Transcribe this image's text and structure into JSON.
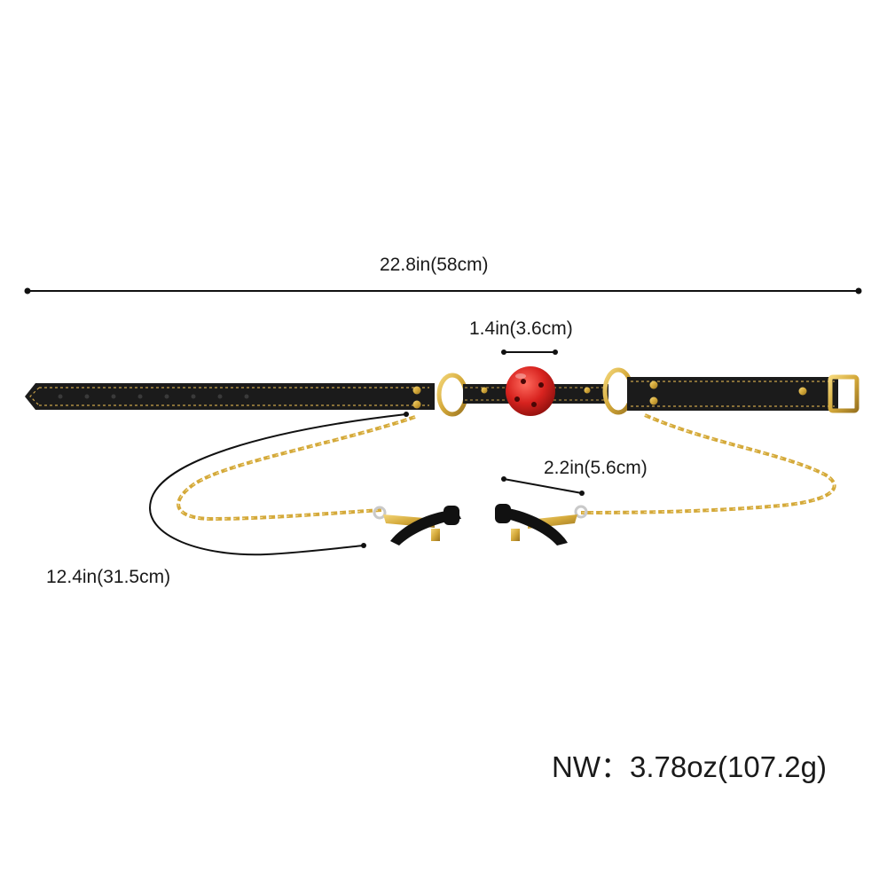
{
  "dimensions": {
    "total_length": "22.8in(58cm)",
    "ball_diameter": "1.4in(3.6cm)",
    "clamp_spacing": "2.2in(5.6cm)",
    "chain_length": "12.4in(31.5cm)"
  },
  "net_weight": "NW：3.78oz(107.2g)",
  "colors": {
    "background": "#ffffff",
    "strap": "#1b1b1b",
    "stitching": "#c9a24a",
    "hardware_gold": "#d4a93a",
    "ball_red": "#d8231f",
    "dimension_line": "#111111"
  },
  "icons": {
    "product": "ball-gag-with-nipple-clamps-image"
  }
}
